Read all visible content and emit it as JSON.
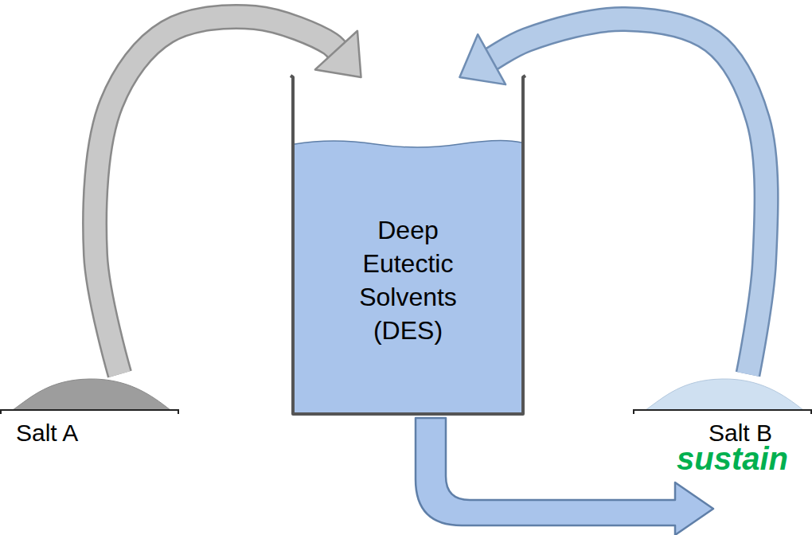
{
  "diagram": {
    "nodes": [
      {
        "text": [
          "Salt A"
        ]
      },
      {
        "text": [
          "Deep Eutectic Solvents (DES)"
        ]
      },
      {
        "text": [
          "Salt B"
        ]
      }
    ],
    "edges": [
      {
        "from": 0,
        "to": 1,
        "arrow": "to"
      },
      {
        "from": 2,
        "to": 1,
        "arrow": "to"
      }
    ],
    "labels": [
      "sustain"
    ]
  }
}
